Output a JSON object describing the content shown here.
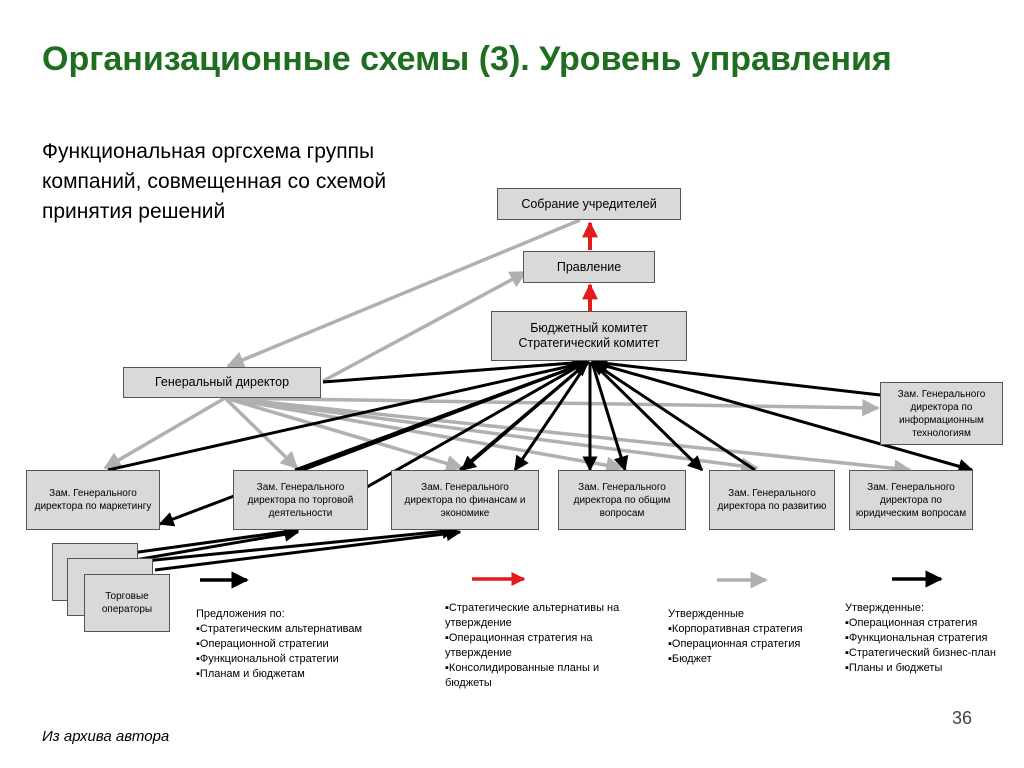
{
  "title": "Организационные схемы (3). Уровень управления",
  "subtitle": "Функциональная оргсхема группы компаний, совмещенная со схемой принятия решений",
  "colors": {
    "title": "#1f6e1f",
    "box": "#d9d9d9",
    "red_arrow": "#e31b1b",
    "gray_arrow": "#b0b0b0",
    "black_arrow": "#000000"
  },
  "nodes": {
    "sobranie": "Собрание учредителей",
    "pravlenie": "Правление",
    "komitet": "Бюджетный комитет\nСтратегический комитет",
    "gendir": "Генеральный директор",
    "marketing": "Зам. Генерального директора по маркетингу",
    "trade": "Зам. Генерального директора по торговой деятельности",
    "finance": "Зам. Генерального директора по финансам и экономике",
    "general": "Зам. Генерального директора по общим вопросам",
    "development": "Зам. Генерального директора по развитию",
    "legal": "Зам. Генерального директора по юридическим вопросам",
    "it": "Зам. Генерального директора по информационным технологиям",
    "operators": "Торговые операторы"
  },
  "legend": {
    "black1": {
      "heading": "Предложения по:",
      "items": [
        "Стратегическим альтернативам",
        "Операционной стратегии",
        "Функциональной стратегии",
        "Планам и бюджетам"
      ]
    },
    "red": {
      "items": [
        "Стратегические альтернативы на утверждение",
        "Операционная стратегия  на утверждение",
        "Консолидированные планы и бюджеты"
      ]
    },
    "gray": {
      "heading": "Утвержденные",
      "items": [
        "Корпоративная стратегия",
        "Операционная стратегия",
        "Бюджет"
      ]
    },
    "black2": {
      "heading": "Утвержденные:",
      "items": [
        "Операционная стратегия",
        "Функциональная стратегия",
        "Стратегический бизнес-план",
        "Планы и  бюджеты"
      ]
    }
  },
  "page_number": "36",
  "source": "Из архива автора"
}
